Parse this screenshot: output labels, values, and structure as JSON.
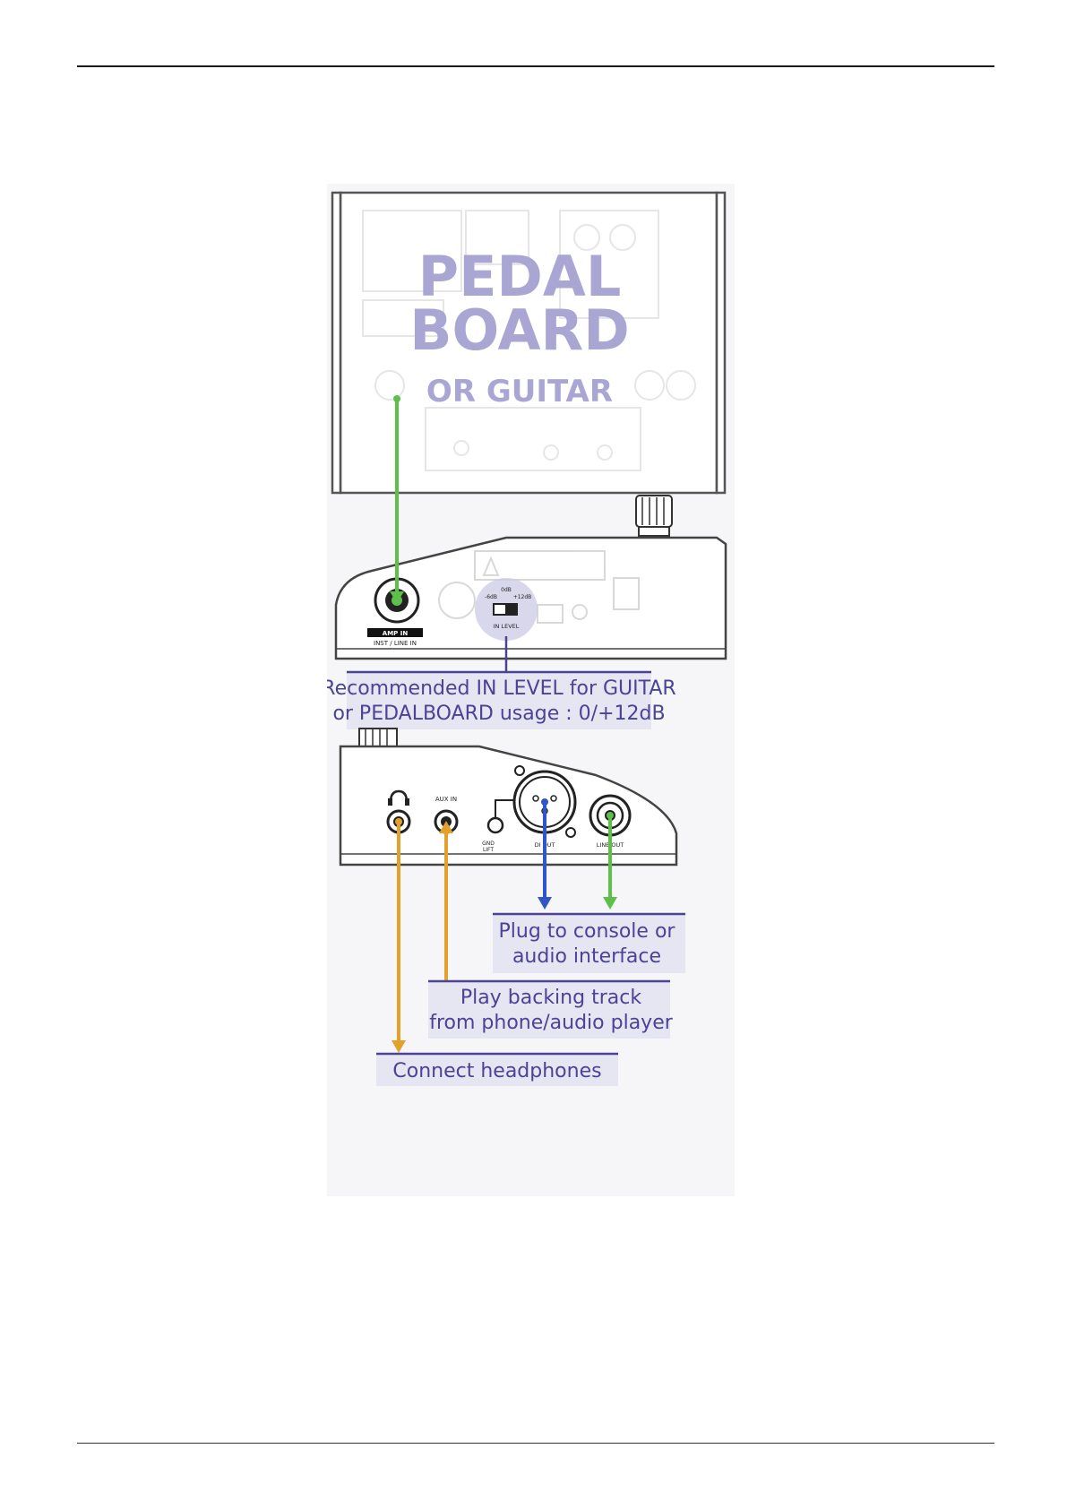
{
  "source_device": {
    "line1": "PEDAL",
    "line2": "BOARD",
    "line3": "OR GUITAR"
  },
  "top_panel": {
    "amp_in_label": "AMP IN",
    "amp_in_sub": "INST / LINE IN",
    "switch_top": "0dB",
    "switch_left": "-6dB",
    "switch_right": "+12dB",
    "in_level_label": "IN LEVEL"
  },
  "recommendation": {
    "line1": "Recommended IN LEVEL for GUITAR",
    "line2": "or PEDALBOARD usage : 0/+12dB"
  },
  "bottom_panel": {
    "aux_in_label": "AUX IN",
    "gnd_lift_label1": "GND",
    "gnd_lift_label2": "LIFT",
    "di_out_label": "DI OUT",
    "line_out_label": "LINE OUT"
  },
  "callouts": {
    "console_line1": "Plug to console or",
    "console_line2": "audio interface",
    "backing_line1": "Play backing track",
    "backing_line2": "from phone/audio player",
    "headphones": "Connect headphones"
  },
  "colors": {
    "green": "#5cc04a",
    "blue": "#2f55c9",
    "orange": "#e3a12b",
    "purple": "#4a4396"
  }
}
